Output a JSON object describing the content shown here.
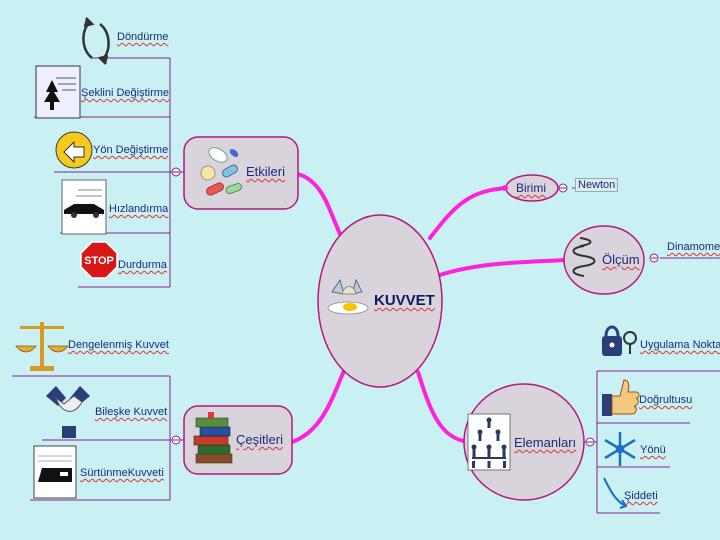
{
  "center": {
    "label": "KUVVET"
  },
  "nodes": {
    "etkileri": {
      "label": "Etkileri"
    },
    "cesitleri": {
      "label": "Çeşitleri"
    },
    "birimi": {
      "label": "Birimi"
    },
    "olcum": {
      "label": "Ölçüm"
    },
    "elemanlari": {
      "label": "Elemanları"
    }
  },
  "etkileri_items": [
    "Döndürme",
    "Şeklini Değiştirme",
    "Yön Değiştirme",
    "Hızlandırma",
    "Durdurma"
  ],
  "cesitleri_items": [
    "Dengelenmiş Kuvvet",
    "Bileşke Kuvvet",
    "SürtünmeKuvveti"
  ],
  "birimi_items": [
    "Newton"
  ],
  "olcum_items": [
    "Dinamometre"
  ],
  "elemanlari_items": [
    "Uygulama Noktası",
    "Doğrultusu",
    "Yönü",
    "Şiddeti"
  ],
  "stop_sign": "STOP",
  "colors": {
    "background": "#c9f1f4",
    "connector": "#ff22dd",
    "node_fill": "#d9d3dc",
    "node_border": "#b5187a",
    "text": "#1b2a7a"
  },
  "icons": [
    "rotate-arrows-icon",
    "tree-shape-icon",
    "direction-change-icon",
    "car-icon",
    "stop-sign-icon",
    "pills-icon",
    "egg-icon",
    "books-icon",
    "scale-balance-icon",
    "handshake-icon",
    "train-icon",
    "spring-icon",
    "key-lock-icon",
    "thumb-up-icon",
    "snowflake-arrows-icon",
    "curved-arrow-icon",
    "people-pyramid-icon"
  ]
}
